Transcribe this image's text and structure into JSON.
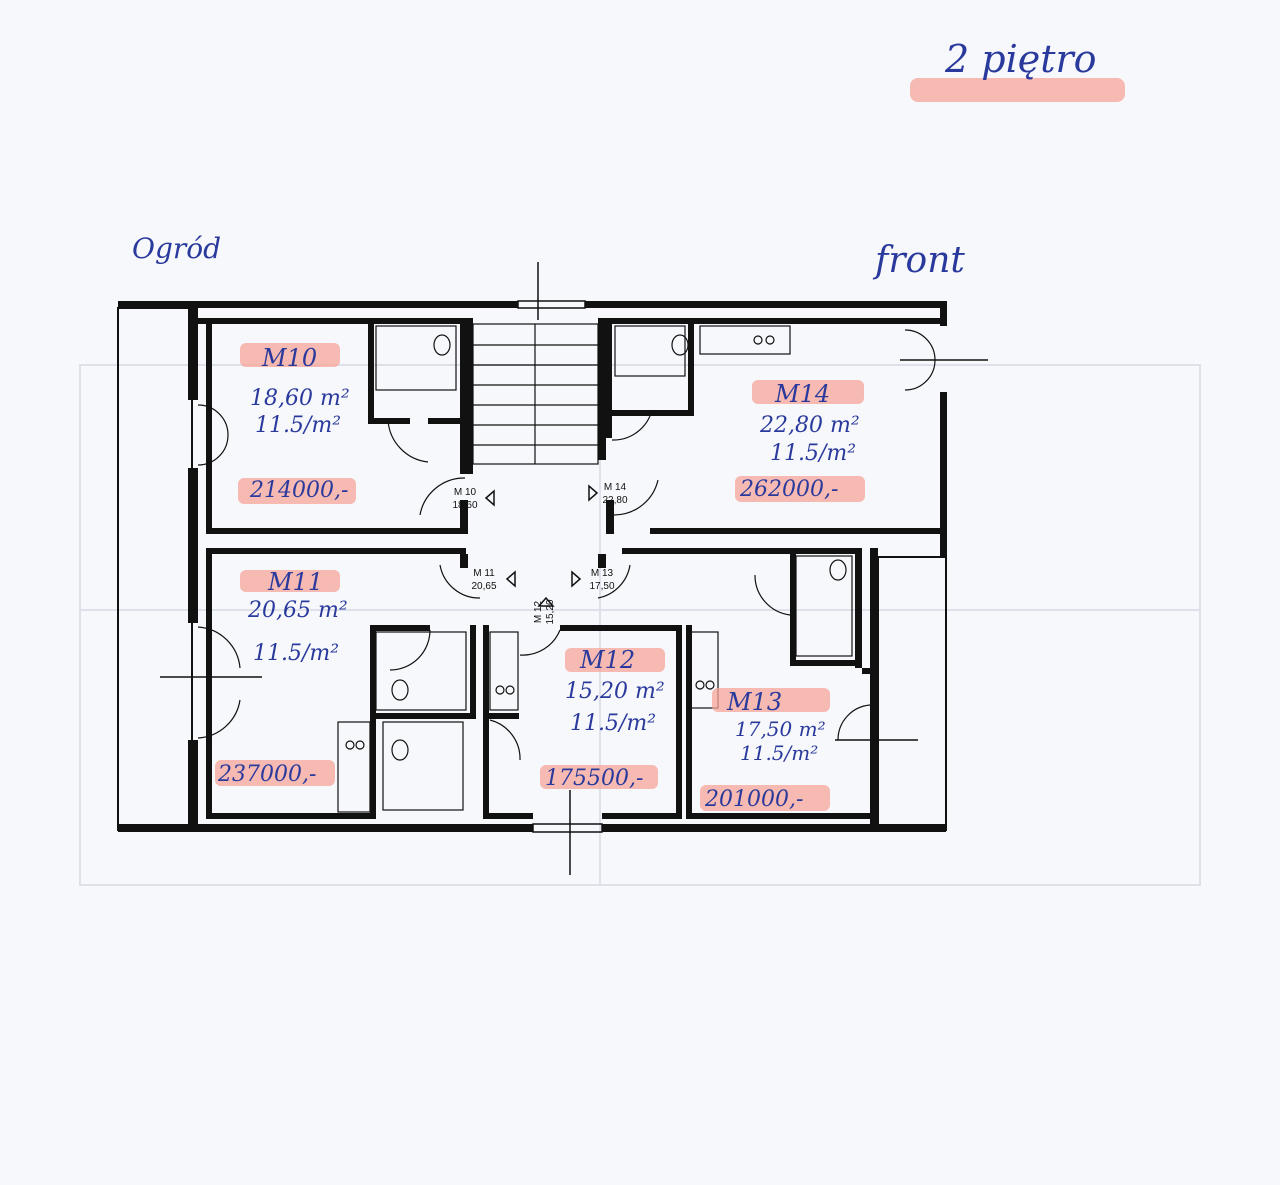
{
  "header": {
    "floor_label": "2 piętro"
  },
  "orientation": {
    "left_label": "Ogród",
    "right_label": "front"
  },
  "units": [
    {
      "id": "M10",
      "area": "18,60 m²",
      "rate": "11.5/m²",
      "price": "214000,-"
    },
    {
      "id": "M11",
      "area": "20,65 m²",
      "rate": "11.5/m²",
      "price": "237000,-"
    },
    {
      "id": "M12",
      "area": "15,20 m²",
      "rate": "11.5/m²",
      "price": "175500,-"
    },
    {
      "id": "M13",
      "area": "17,50 m²",
      "rate": "11.5/m²",
      "price": "201000,-"
    },
    {
      "id": "M14",
      "area": "22,80 m²",
      "rate": "11.5/m²",
      "price": "262000,-"
    }
  ],
  "door_tags": [
    {
      "unit": "M 10",
      "area": "18,60"
    },
    {
      "unit": "M 14",
      "area": "22,80"
    },
    {
      "unit": "M 11",
      "area": "20,65"
    },
    {
      "unit": "M 13",
      "area": "17,50"
    },
    {
      "unit": "M 12",
      "area": "15,20"
    }
  ],
  "colors": {
    "ink": "#2a3a9c",
    "highlight": "#f7a59a",
    "walls": "#111111"
  }
}
